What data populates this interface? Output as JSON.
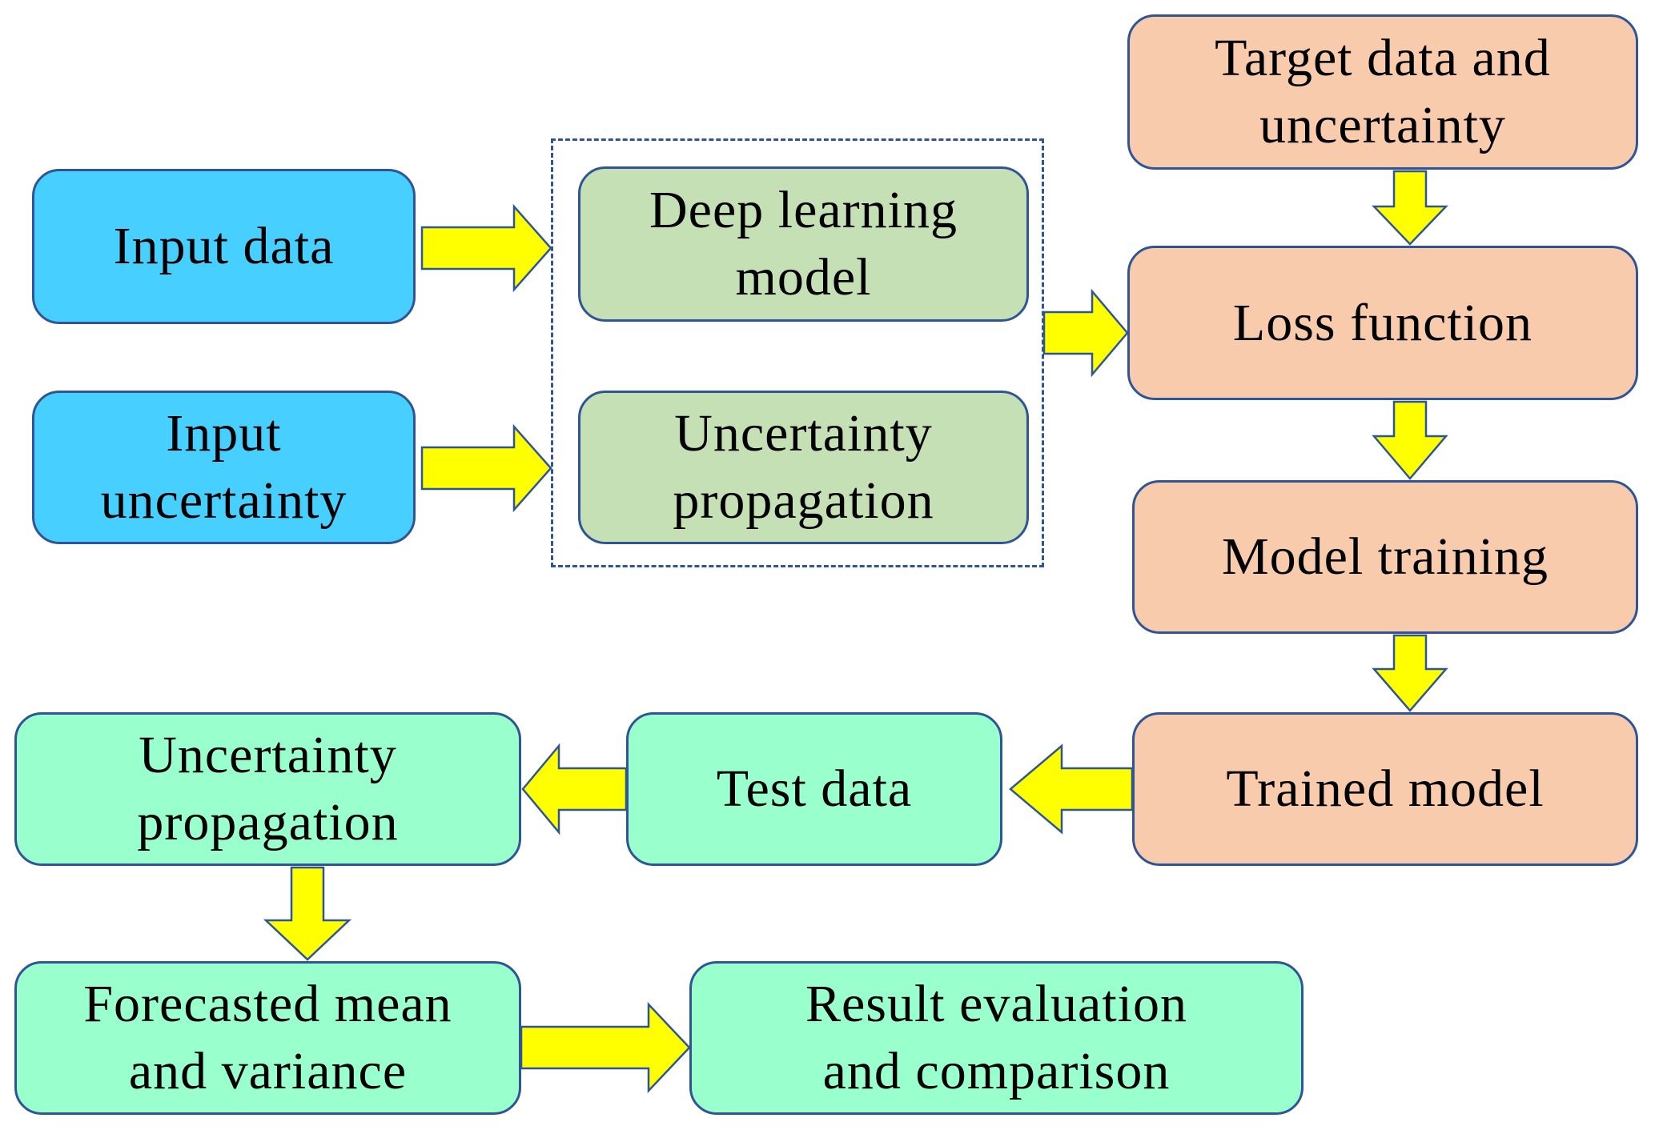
{
  "diagram": {
    "type": "flowchart",
    "nodes": {
      "input_data": "Input data",
      "input_uncertainty": "Input\nuncertainty",
      "deep_learning_model": "Deep learning\nmodel",
      "uncertainty_propagation_model": "Uncertainty\npropagation",
      "target_data": "Target data and\nuncertainty",
      "loss_function": "Loss function",
      "model_training": "Model training",
      "trained_model": "Trained model",
      "test_data": "Test data",
      "uncertainty_propagation_test": "Uncertainty\npropagation",
      "forecasted": "Forecasted mean\nand variance",
      "result_evaluation": "Result evaluation\nand comparison"
    },
    "edges": [
      {
        "from": "input_data",
        "to": "deep_learning_model"
      },
      {
        "from": "input_uncertainty",
        "to": "uncertainty_propagation_model"
      },
      {
        "from": "model_group",
        "to": "loss_function"
      },
      {
        "from": "target_data",
        "to": "loss_function"
      },
      {
        "from": "loss_function",
        "to": "model_training"
      },
      {
        "from": "model_training",
        "to": "trained_model"
      },
      {
        "from": "trained_model",
        "to": "test_data"
      },
      {
        "from": "test_data",
        "to": "uncertainty_propagation_test"
      },
      {
        "from": "uncertainty_propagation_test",
        "to": "forecasted"
      },
      {
        "from": "forecasted",
        "to": "result_evaluation"
      }
    ],
    "colors": {
      "input": "#47cfff",
      "model": "#c5e0b4",
      "training": "#f8cbad",
      "testing": "#99ffcc",
      "arrow_fill": "#ffff00",
      "border": "#2f5597"
    }
  }
}
